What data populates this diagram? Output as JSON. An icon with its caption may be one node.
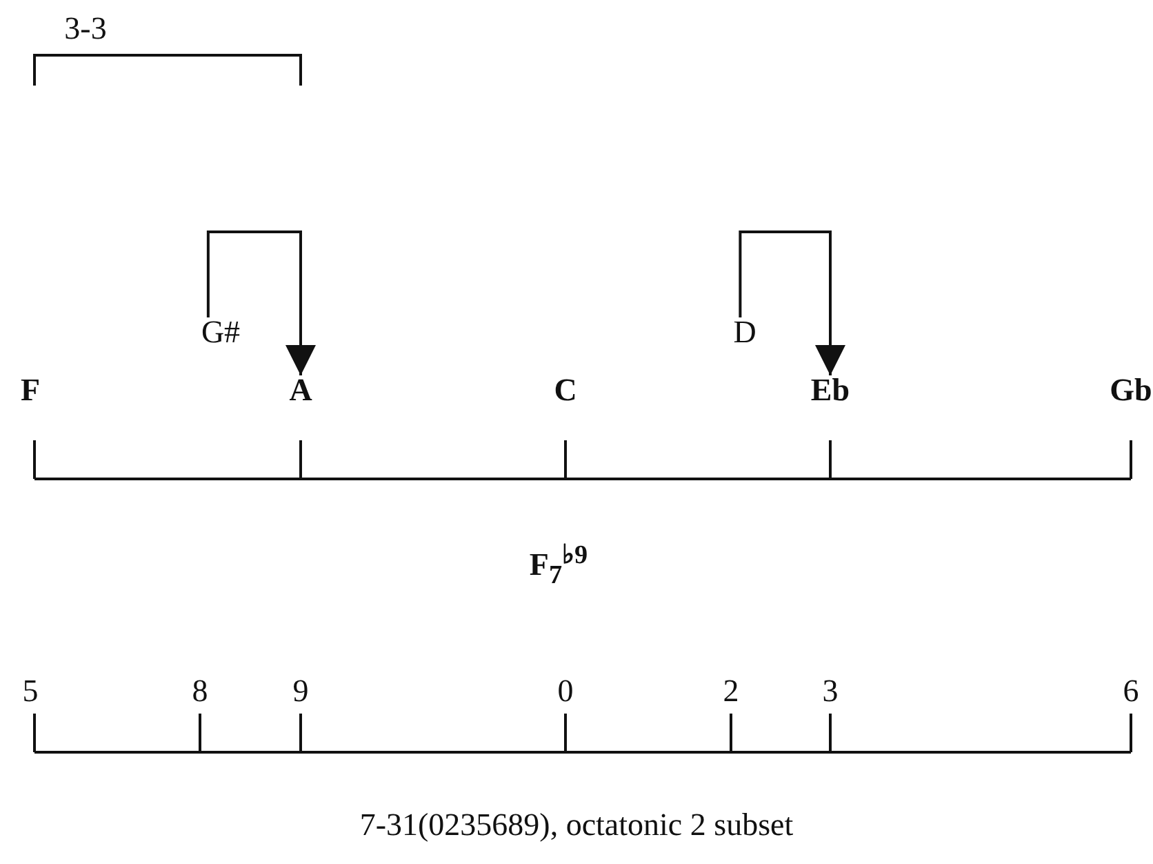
{
  "diagram": {
    "caption": "7-31(0235689), octatonic 2 subset",
    "nodes": [
      {
        "text": [
          "G#"
        ]
      },
      {
        "text": [
          "D"
        ]
      },
      {
        "text": [
          "A"
        ]
      },
      {
        "text": [
          "Eb"
        ]
      }
    ],
    "edges": [
      {
        "from": 0,
        "to": 2,
        "arrow": "to"
      },
      {
        "from": 1,
        "to": 3,
        "arrow": "to"
      }
    ],
    "labels": [
      "3-3",
      "F",
      "C",
      "Gb",
      "F$_{7}$$^{♭9}$",
      "5",
      "8",
      "9",
      "0",
      "2",
      "3",
      "6"
    ]
  }
}
